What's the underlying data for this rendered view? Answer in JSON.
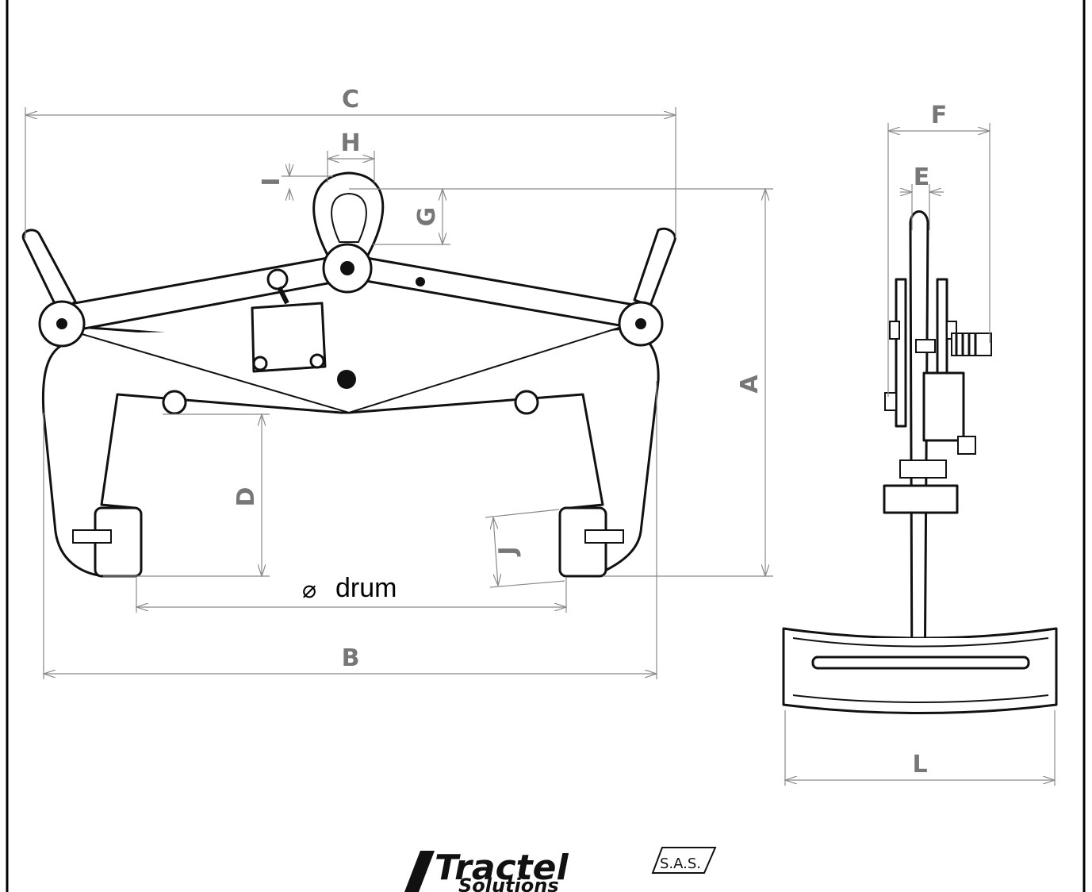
{
  "labels": {
    "A": "A",
    "B": "B",
    "C": "C",
    "D": "D",
    "E": "E",
    "F": "F",
    "G": "G",
    "H": "H",
    "I": "I",
    "J": "J",
    "L": "L",
    "drum": "drum",
    "diameter_symbol": "⌀"
  },
  "logo": {
    "brand": "Tractel",
    "line2": "Solutions",
    "suffix": "S.A.S."
  },
  "colors": {
    "line": "#111111",
    "dimension": "#8a8a8a",
    "label": "#777777",
    "background": "#ffffff"
  }
}
